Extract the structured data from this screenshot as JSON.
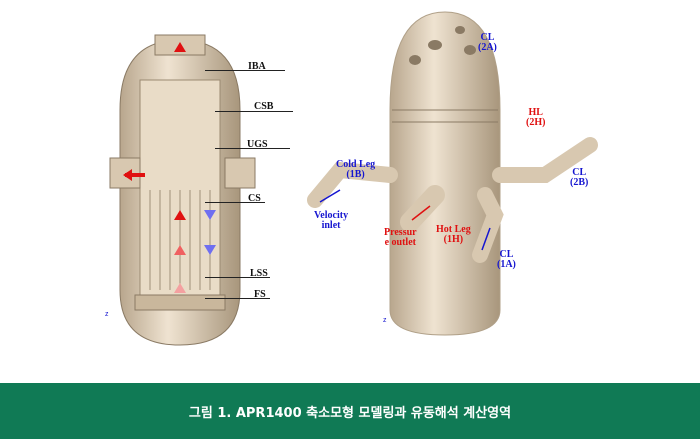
{
  "left_labels": [
    "IBA",
    "CSB",
    "UGS",
    "CS",
    "LSS",
    "FS"
  ],
  "right_labels": {
    "cl_2a": [
      "CL",
      "(2A)"
    ],
    "hl_2h": [
      "HL",
      "(2H)"
    ],
    "cl_2b": [
      "CL",
      "(2B)"
    ],
    "cold_leg_1b": [
      "Cold Leg",
      "(1B)"
    ],
    "velocity_inlet": [
      "Velocity",
      "inlet"
    ],
    "pressure_outlet": [
      "Pressur",
      "e outlet"
    ],
    "hot_leg_1h": [
      "Hot Leg",
      "(1H)"
    ],
    "cl_1a": [
      "CL",
      "(1A)"
    ]
  },
  "caption": "그림 1. APR1400 축소모형 모델링과 유동해석 계산영역",
  "colors": {
    "caption_bg": "#107a55",
    "vessel": "#e6d6bf",
    "blue": "#1515d0",
    "red": "#e01010"
  }
}
